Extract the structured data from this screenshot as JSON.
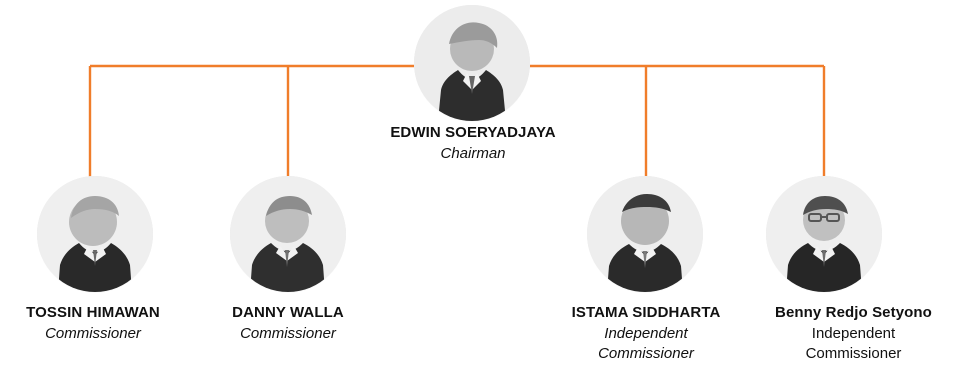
{
  "accent": "#F07D2A",
  "people": {
    "chairman": {
      "name": "EDWIN SOERYADJAYA",
      "role": "Chairman"
    },
    "commissioner_1": {
      "name": "TOSSIN HIMAWAN",
      "role": "Commissioner"
    },
    "commissioner_2": {
      "name": "DANNY WALLA",
      "role": "Commissioner"
    },
    "commissioner_3": {
      "name": "ISTAMA SIDDHARTA",
      "role_line_1": "Independent",
      "role_line_2": "Commissioner"
    },
    "commissioner_4": {
      "name": "Benny Redjo Setyono",
      "role_line_1": "Independent",
      "role_line_2": "Commissioner"
    }
  }
}
